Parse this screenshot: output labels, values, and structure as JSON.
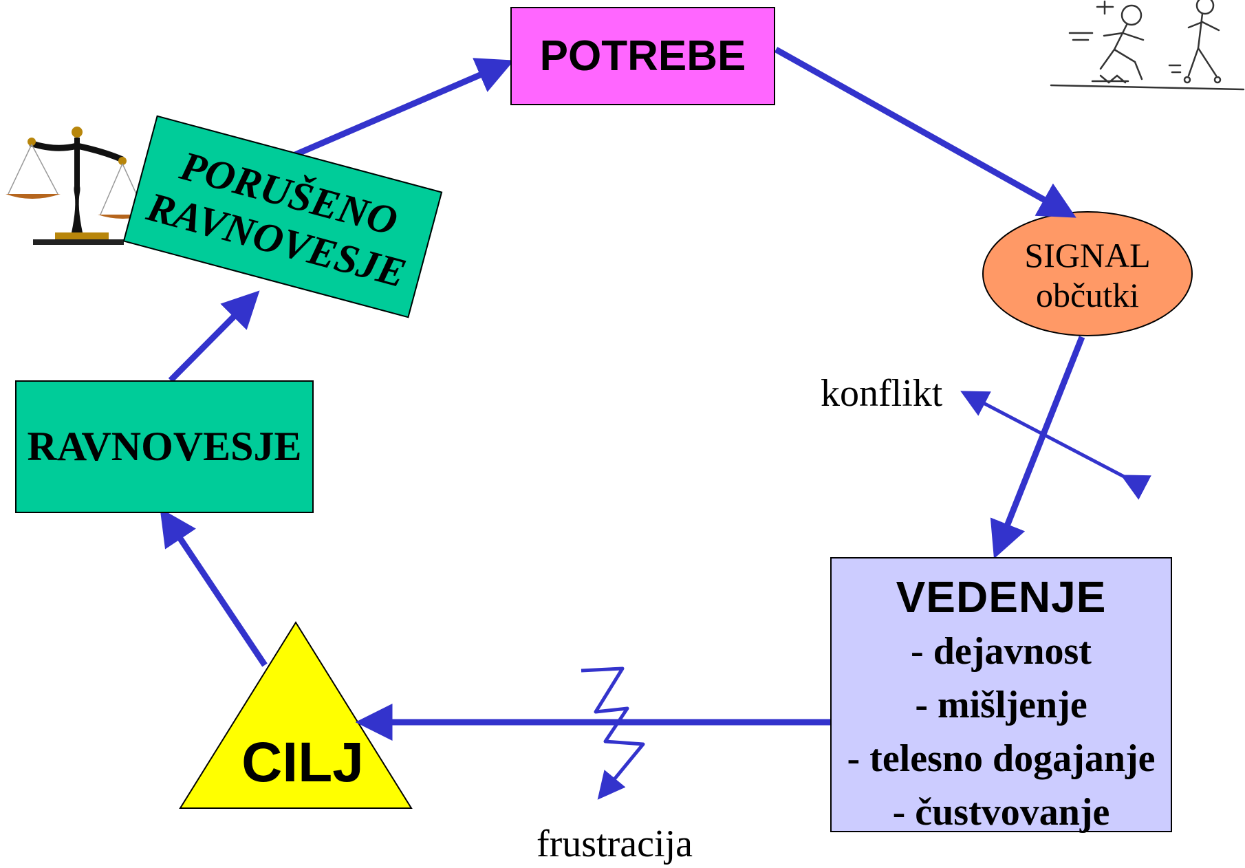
{
  "nodes": {
    "potrebe": "POTREBE",
    "signal": {
      "line1": "SIGNAL",
      "line2": "občutki"
    },
    "vedenje": {
      "title": "VEDENJE",
      "items": [
        "- dejavnost",
        "- mišljenje",
        "- telesno dogajanje",
        "- čustvovanje"
      ]
    },
    "cilj": "CILJ",
    "ravnovesje": "RAVNOVESJE",
    "poruseno": {
      "line1": "PORUŠENO",
      "line2": "RAVNOVESJE"
    }
  },
  "labels": {
    "konflikt": "konflikt",
    "frustracija": "frustracija"
  },
  "colors": {
    "arrow": "#3333cc",
    "potrebe": "#ff66ff",
    "signal": "#ff9966",
    "vedenje": "#ccccff",
    "cilj": "#ffff00",
    "ravnovesje": "#00cc99"
  },
  "icons": [
    "balance-scale-icon",
    "running-figures-sketch"
  ]
}
